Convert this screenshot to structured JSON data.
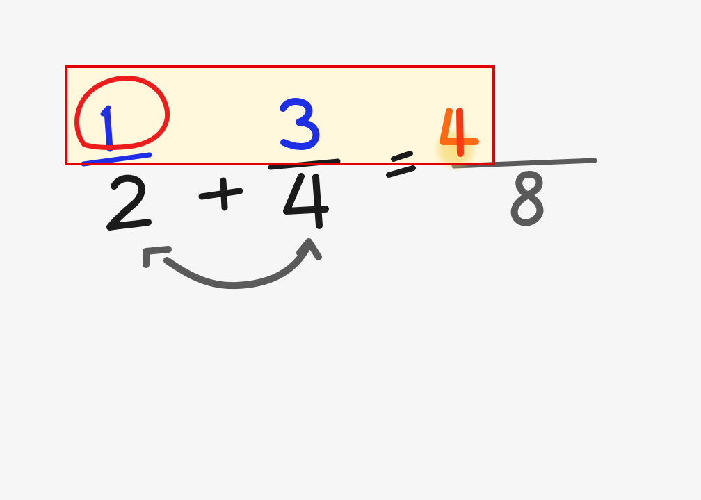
{
  "canvas": {
    "background": "#f6f6f6"
  },
  "colors": {
    "black": "#1b1b1b",
    "gray": "#5a5a5a",
    "blue": "#1f2fe6",
    "red": "#ee1c1c",
    "orange": "#ff6a12",
    "highlight_fill": "#fff8dc",
    "highlight_border": "#e30000",
    "cursor_glow": "#f3d56a"
  },
  "equation": {
    "fraction1": {
      "numerator": "1",
      "denominator": "2"
    },
    "operator": "+",
    "fraction2": {
      "numerator": "3",
      "denominator": "4"
    },
    "equals": "=",
    "result": {
      "numerator": "4",
      "denominator": "8"
    }
  },
  "annotations": {
    "circled_value": "1",
    "arrow_direction": "from 2 to 4"
  },
  "icons": {
    "highlight": "highlight-rectangle",
    "circle": "circle-annotation",
    "arrow": "curved-arrow-icon",
    "cursor": "cursor-glow-icon"
  }
}
